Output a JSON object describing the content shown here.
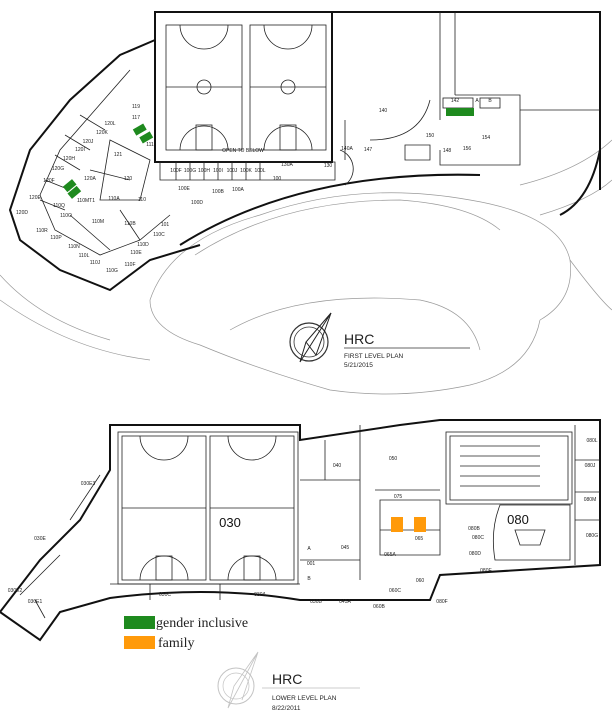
{
  "first_level": {
    "building": "HRC",
    "plan_name": "FIRST LEVEL PLAN",
    "date": "5/21/2015",
    "gym_note": "OPEN TO BELOW",
    "rooms": [
      "100F",
      "100G",
      "100H",
      "100I",
      "100J",
      "100K",
      "100L",
      "130A",
      "100",
      "100E",
      "100D",
      "100B",
      "100A",
      "130",
      "140A",
      "147",
      "140",
      "142",
      "A",
      "B",
      "150",
      "154",
      "148",
      "156",
      "119",
      "117",
      "111",
      "121",
      "120",
      "120A",
      "120L",
      "120K",
      "120J",
      "120I",
      "120H",
      "120G",
      "120F",
      "120E",
      "120D",
      "110A",
      "110",
      "110MT1",
      "110M",
      "110B",
      "110Q",
      "110R",
      "110P",
      "110N",
      "110L",
      "110J",
      "110G",
      "110F",
      "110E",
      "110D",
      "110C",
      "110O",
      "101"
    ]
  },
  "lower_level": {
    "building": "HRC",
    "plan_name": "LOWER LEVEL PLAN",
    "date": "8/22/2011",
    "rooms": [
      "030",
      "080",
      "040",
      "050",
      "045",
      "065",
      "060",
      "075",
      "030E",
      "030E1",
      "030E2",
      "030E3",
      "030C",
      "030A",
      "030B",
      "001",
      "045A",
      "080B",
      "080C",
      "080D",
      "080E",
      "080F",
      "080J",
      "080L",
      "080M",
      "080G",
      "060B",
      "060C",
      "065A",
      "A",
      "B"
    ]
  },
  "legend": [
    {
      "label": "gender inclusive",
      "color": "#1e8a1e"
    },
    {
      "label": "family",
      "color": "#ff9a0a"
    }
  ],
  "colors": {
    "gender_inclusive": "#1e8a1e",
    "family": "#ff9a0a"
  }
}
